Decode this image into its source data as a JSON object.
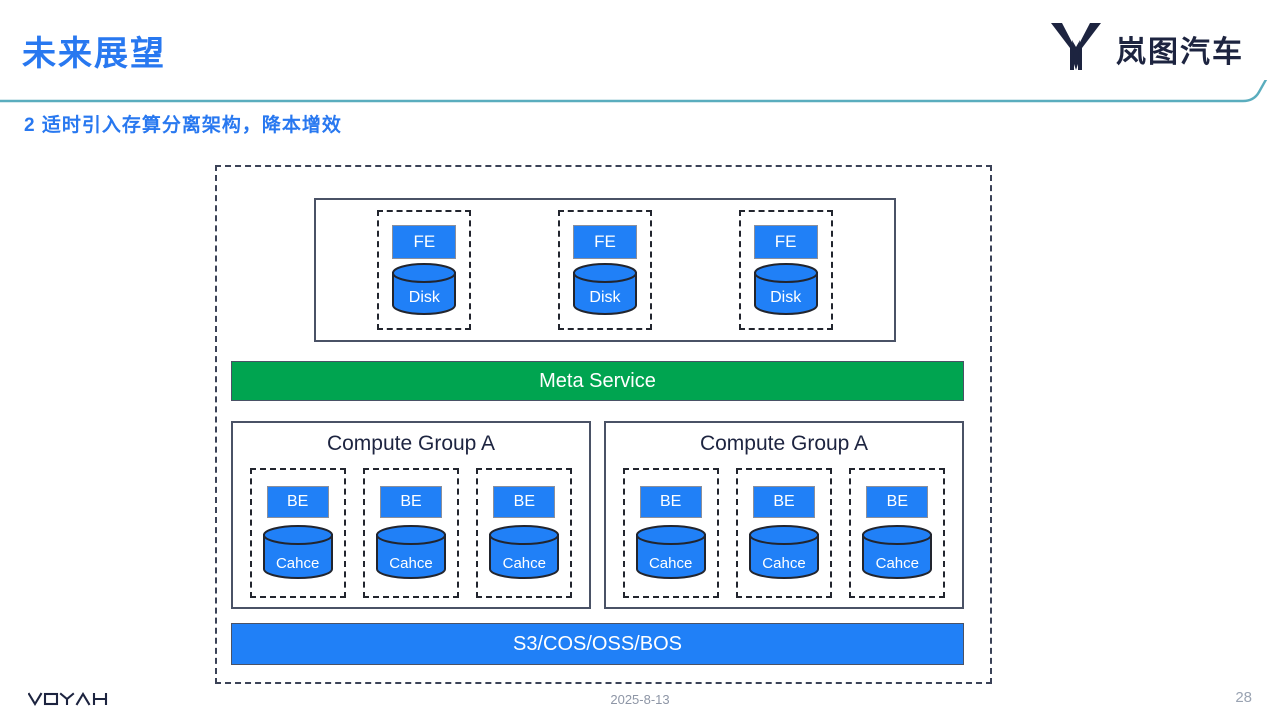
{
  "header": {
    "title": "未来展望",
    "brand_name": "岚图汽车",
    "brand_mark_icon": "voyah-wing-mark-icon",
    "rule_icon": "header-divider-line"
  },
  "subtitle": "2 适时引入存算分离架构，降本增效",
  "diagram": {
    "frontend": {
      "nodes": [
        {
          "service": "FE",
          "storage": "Disk"
        },
        {
          "service": "FE",
          "storage": "Disk"
        },
        {
          "service": "FE",
          "storage": "Disk"
        }
      ]
    },
    "meta_service": "Meta Service",
    "compute_groups": [
      {
        "title": "Compute Group A",
        "nodes": [
          {
            "service": "BE",
            "storage": "Cahce"
          },
          {
            "service": "BE",
            "storage": "Cahce"
          },
          {
            "service": "BE",
            "storage": "Cahce"
          }
        ]
      },
      {
        "title": "Compute Group A",
        "nodes": [
          {
            "service": "BE",
            "storage": "Cahce"
          },
          {
            "service": "BE",
            "storage": "Cahce"
          },
          {
            "service": "BE",
            "storage": "Cahce"
          }
        ]
      }
    ],
    "object_storage": "S3/COS/OSS/BOS"
  },
  "footer": {
    "logo_text": "VOYAH",
    "date": "2025-8-13",
    "page_number": "28"
  },
  "colors": {
    "accent_blue": "#2878f0",
    "node_blue": "#2080f7",
    "meta_green": "#00a450",
    "outline_navy": "#4a5266",
    "rule_teal": "#5aadbe",
    "dark_navy": "#1d2440",
    "muted_gray": "#8e96a6"
  }
}
